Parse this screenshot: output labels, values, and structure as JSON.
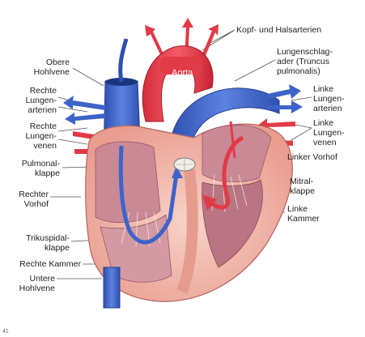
{
  "labels": {
    "obere_hohlvene": "Obere\nHohlvene",
    "rechte_lungenarterien": "Rechte\nLungen-\narterien",
    "rechte_lungenvenen": "Rechte\nLungen-\nvenen",
    "pulmonalklappe": "Pulmonal-\nklappe",
    "rechter_vorhof": "Rechter\nVorhof",
    "trikuspidalklappe": "Trikuspidal-\nklappe",
    "rechte_kammer": "Rechte Kammer",
    "untere_hohlvene": "Untere\nHohlvene",
    "kopf_halsarterien": "Kopf- und Halsarterien",
    "lungenschlagader": "Lungenschlag-\nader (Truncus\npulmonalis)",
    "linke_lungenarterien": "Linke\nLungen-\narterien",
    "linke_lungenvenen": "Linke\nLungen-\nvenen",
    "linker_vorhof": "Linker Vorhof",
    "mitralklappe": "Mitral-\nklappe",
    "linke_kammer": "Linke\nKammer",
    "aorta": "Aorta"
  },
  "figure_number": "41",
  "colors": {
    "venous_blue": "#3d63c9",
    "arterial_red": "#e83c4a",
    "muscle_pink": "#f2b7ad",
    "inner_pink": "#c98a95",
    "leader_line": "#555555"
  }
}
